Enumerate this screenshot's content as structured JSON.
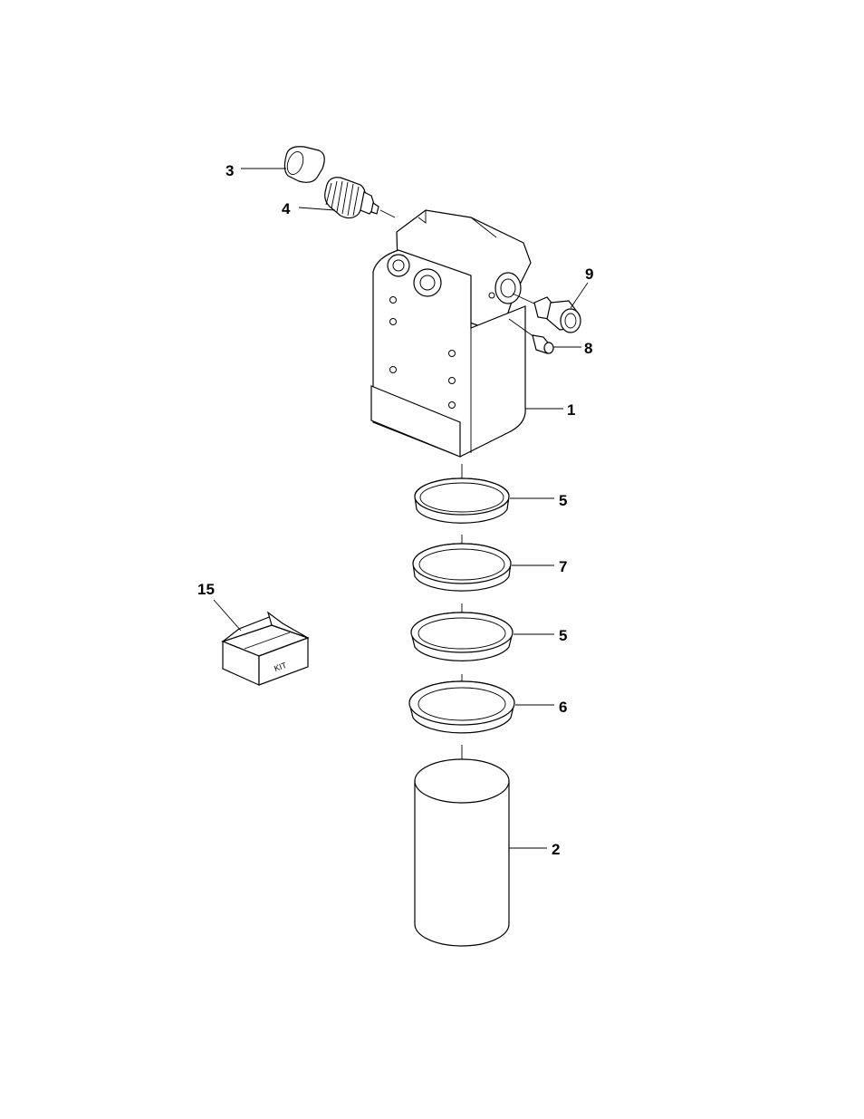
{
  "callouts": {
    "c1": "1",
    "c2": "2",
    "c3": "3",
    "c4": "4",
    "c5a": "5",
    "c5b": "5",
    "c6": "6",
    "c7": "7",
    "c8": "8",
    "c9": "9",
    "c15": "15"
  },
  "kit_box_text": "KIT",
  "colors": {
    "line": "#000000",
    "background": "#ffffff"
  }
}
